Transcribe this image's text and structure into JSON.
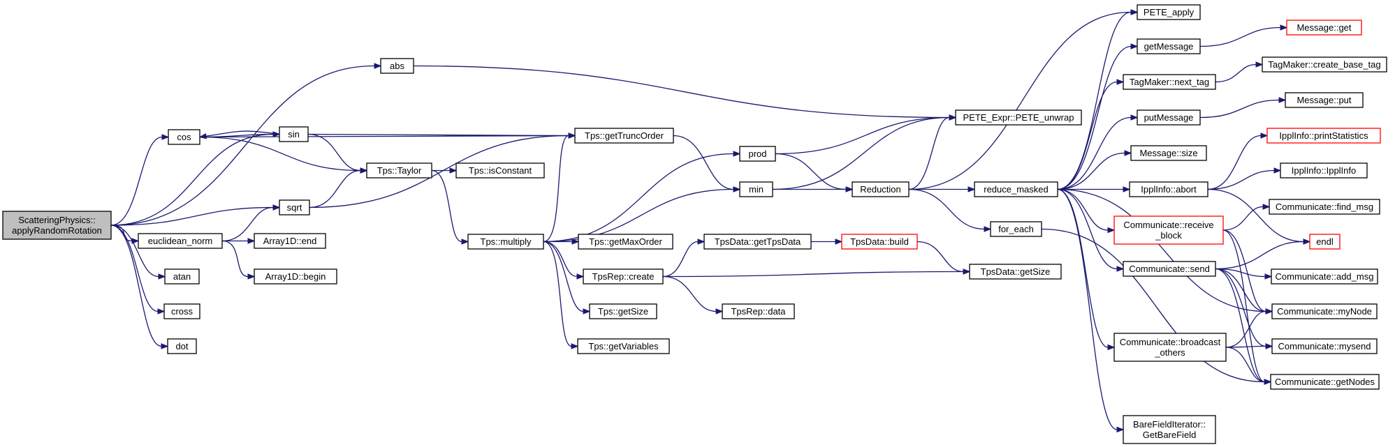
{
  "colors": {
    "edge": "#191970",
    "node_border": "#000000",
    "node_border_truncated": "#ff0000",
    "root_fill": "#bfbfbf",
    "node_fill": "#ffffff"
  },
  "graph": {
    "nodes": [
      {
        "id": "root",
        "lines": [
          "ScatteringPhysics::",
          "applyRandomRotation"
        ],
        "root": true
      },
      {
        "id": "abs",
        "lines": [
          "abs"
        ]
      },
      {
        "id": "cos",
        "lines": [
          "cos"
        ]
      },
      {
        "id": "sin",
        "lines": [
          "sin"
        ]
      },
      {
        "id": "sqrt",
        "lines": [
          "sqrt"
        ]
      },
      {
        "id": "euclidean_norm",
        "lines": [
          "euclidean_norm"
        ]
      },
      {
        "id": "atan",
        "lines": [
          "atan"
        ]
      },
      {
        "id": "cross",
        "lines": [
          "cross"
        ]
      },
      {
        "id": "dot",
        "lines": [
          "dot"
        ]
      },
      {
        "id": "tps_taylor",
        "lines": [
          "Tps::Taylor"
        ]
      },
      {
        "id": "array1d_end",
        "lines": [
          "Array1D::end"
        ]
      },
      {
        "id": "array1d_begin",
        "lines": [
          "Array1D::begin"
        ]
      },
      {
        "id": "tps_isconstant",
        "lines": [
          "Tps::isConstant"
        ]
      },
      {
        "id": "tps_multiply",
        "lines": [
          "Tps::multiply"
        ]
      },
      {
        "id": "tps_gettruncorder",
        "lines": [
          "Tps::getTruncOrder"
        ]
      },
      {
        "id": "tps_getmaxorder",
        "lines": [
          "Tps::getMaxOrder"
        ]
      },
      {
        "id": "tpsrep_create",
        "lines": [
          "TpsRep::create"
        ]
      },
      {
        "id": "tps_getsize",
        "lines": [
          "Tps::getSize"
        ]
      },
      {
        "id": "tps_getvariables",
        "lines": [
          "Tps::getVariables"
        ]
      },
      {
        "id": "prod",
        "lines": [
          "prod"
        ]
      },
      {
        "id": "min",
        "lines": [
          "min"
        ]
      },
      {
        "id": "tpsdata_gettpsdata",
        "lines": [
          "TpsData::getTpsData"
        ]
      },
      {
        "id": "tpsrep_data",
        "lines": [
          "TpsRep::data"
        ]
      },
      {
        "id": "tpsdata_build",
        "lines": [
          "TpsData::build"
        ],
        "truncated": true
      },
      {
        "id": "pete_unwrap",
        "lines": [
          "PETE_Expr::PETE_unwrap"
        ]
      },
      {
        "id": "reduction",
        "lines": [
          "Reduction"
        ]
      },
      {
        "id": "tpsdata_getsize",
        "lines": [
          "TpsData::getSize"
        ]
      },
      {
        "id": "reduce_masked",
        "lines": [
          "reduce_masked"
        ]
      },
      {
        "id": "for_each",
        "lines": [
          "for_each"
        ]
      },
      {
        "id": "pete_apply",
        "lines": [
          "PETE_apply"
        ]
      },
      {
        "id": "getmessage",
        "lines": [
          "getMessage"
        ]
      },
      {
        "id": "tagmaker_next_tag",
        "lines": [
          "TagMaker::next_tag"
        ]
      },
      {
        "id": "putmessage",
        "lines": [
          "putMessage"
        ]
      },
      {
        "id": "message_size",
        "lines": [
          "Message::size"
        ]
      },
      {
        "id": "ipplinfo_abort",
        "lines": [
          "IpplInfo::abort"
        ]
      },
      {
        "id": "comm_receive_block",
        "lines": [
          "Communicate::receive",
          "_block"
        ],
        "truncated": true
      },
      {
        "id": "comm_send",
        "lines": [
          "Communicate::send"
        ]
      },
      {
        "id": "comm_broadcast_others",
        "lines": [
          "Communicate::broadcast",
          "_others"
        ]
      },
      {
        "id": "barefielditerator_getbarefield",
        "lines": [
          "BareFieldIterator::",
          "GetBareField"
        ]
      },
      {
        "id": "message_get",
        "lines": [
          "Message::get"
        ],
        "truncated": true
      },
      {
        "id": "tagmaker_create_base_tag",
        "lines": [
          "TagMaker::create_base_tag"
        ]
      },
      {
        "id": "message_put",
        "lines": [
          "Message::put"
        ]
      },
      {
        "id": "ipplinfo_printstatistics",
        "lines": [
          "IpplInfo::printStatistics"
        ],
        "truncated": true
      },
      {
        "id": "ipplinfo_ipplinfo",
        "lines": [
          "IpplInfo::IpplInfo"
        ]
      },
      {
        "id": "comm_find_msg",
        "lines": [
          "Communicate::find_msg"
        ]
      },
      {
        "id": "endl",
        "lines": [
          "endl"
        ],
        "truncated": true
      },
      {
        "id": "comm_add_msg",
        "lines": [
          "Communicate::add_msg"
        ]
      },
      {
        "id": "comm_mynode",
        "lines": [
          "Communicate::myNode"
        ]
      },
      {
        "id": "comm_mysend",
        "lines": [
          "Communicate::mysend"
        ]
      },
      {
        "id": "comm_getnodes",
        "lines": [
          "Communicate::getNodes"
        ]
      }
    ],
    "edges": [
      {
        "from": "root",
        "to": "abs"
      },
      {
        "from": "root",
        "to": "cos"
      },
      {
        "from": "root",
        "to": "sin"
      },
      {
        "from": "root",
        "to": "sqrt"
      },
      {
        "from": "root",
        "to": "euclidean_norm"
      },
      {
        "from": "root",
        "to": "atan"
      },
      {
        "from": "root",
        "to": "cross"
      },
      {
        "from": "root",
        "to": "dot"
      },
      {
        "from": "abs",
        "to": "pete_unwrap"
      },
      {
        "from": "cos",
        "to": "sin"
      },
      {
        "from": "cos",
        "to": "tps_taylor"
      },
      {
        "from": "cos",
        "to": "tps_gettruncorder"
      },
      {
        "from": "sin",
        "to": "cos"
      },
      {
        "from": "sin",
        "to": "tps_taylor"
      },
      {
        "from": "sin",
        "to": "tps_gettruncorder"
      },
      {
        "from": "sqrt",
        "to": "tps_taylor"
      },
      {
        "from": "sqrt",
        "to": "tps_gettruncorder"
      },
      {
        "from": "euclidean_norm",
        "to": "sqrt"
      },
      {
        "from": "euclidean_norm",
        "to": "array1d_end"
      },
      {
        "from": "euclidean_norm",
        "to": "array1d_begin"
      },
      {
        "from": "tps_taylor",
        "to": "tps_isconstant"
      },
      {
        "from": "tps_taylor",
        "to": "tps_multiply"
      },
      {
        "from": "tps_multiply",
        "to": "tps_gettruncorder"
      },
      {
        "from": "tps_multiply",
        "to": "prod"
      },
      {
        "from": "tps_multiply",
        "to": "min"
      },
      {
        "from": "tps_multiply",
        "to": "tps_getmaxorder"
      },
      {
        "from": "tps_multiply",
        "to": "tpsrep_create"
      },
      {
        "from": "tps_multiply",
        "to": "tps_getsize"
      },
      {
        "from": "tps_multiply",
        "to": "tps_getvariables"
      },
      {
        "from": "tps_gettruncorder",
        "to": "min"
      },
      {
        "from": "prod",
        "to": "pete_unwrap"
      },
      {
        "from": "prod",
        "to": "reduction"
      },
      {
        "from": "min",
        "to": "pete_unwrap"
      },
      {
        "from": "min",
        "to": "reduction"
      },
      {
        "from": "tpsrep_create",
        "to": "tpsdata_gettpsdata"
      },
      {
        "from": "tpsrep_create",
        "to": "tpsrep_data"
      },
      {
        "from": "tpsrep_create",
        "to": "tpsdata_getsize"
      },
      {
        "from": "tpsdata_gettpsdata",
        "to": "tpsdata_build"
      },
      {
        "from": "tpsdata_build",
        "to": "tpsdata_getsize"
      },
      {
        "from": "reduction",
        "to": "pete_unwrap"
      },
      {
        "from": "reduction",
        "to": "pete_apply"
      },
      {
        "from": "reduction",
        "to": "reduce_masked"
      },
      {
        "from": "reduction",
        "to": "for_each"
      },
      {
        "from": "for_each",
        "to": "comm_getnodes"
      },
      {
        "from": "reduce_masked",
        "to": "pete_apply"
      },
      {
        "from": "reduce_masked",
        "to": "getmessage"
      },
      {
        "from": "reduce_masked",
        "to": "tagmaker_next_tag"
      },
      {
        "from": "reduce_masked",
        "to": "putmessage"
      },
      {
        "from": "reduce_masked",
        "to": "message_size"
      },
      {
        "from": "reduce_masked",
        "to": "ipplinfo_abort"
      },
      {
        "from": "reduce_masked",
        "to": "comm_receive_block"
      },
      {
        "from": "reduce_masked",
        "to": "comm_send"
      },
      {
        "from": "reduce_masked",
        "to": "comm_broadcast_others"
      },
      {
        "from": "reduce_masked",
        "to": "barefielditerator_getbarefield"
      },
      {
        "from": "reduce_masked",
        "to": "comm_mynode"
      },
      {
        "from": "getmessage",
        "to": "message_get"
      },
      {
        "from": "tagmaker_next_tag",
        "to": "tagmaker_create_base_tag"
      },
      {
        "from": "putmessage",
        "to": "message_put"
      },
      {
        "from": "ipplinfo_abort",
        "to": "ipplinfo_printstatistics"
      },
      {
        "from": "ipplinfo_abort",
        "to": "ipplinfo_ipplinfo"
      },
      {
        "from": "ipplinfo_abort",
        "to": "endl"
      },
      {
        "from": "comm_receive_block",
        "to": "comm_find_msg"
      },
      {
        "from": "comm_receive_block",
        "to": "comm_mynode"
      },
      {
        "from": "comm_receive_block",
        "to": "comm_getnodes"
      },
      {
        "from": "comm_send",
        "to": "endl"
      },
      {
        "from": "comm_send",
        "to": "comm_add_msg"
      },
      {
        "from": "comm_send",
        "to": "comm_mynode"
      },
      {
        "from": "comm_send",
        "to": "comm_mysend"
      },
      {
        "from": "comm_send",
        "to": "comm_getnodes"
      },
      {
        "from": "comm_broadcast_others",
        "to": "comm_mynode"
      },
      {
        "from": "comm_broadcast_others",
        "to": "comm_mysend"
      },
      {
        "from": "comm_broadcast_others",
        "to": "comm_getnodes"
      }
    ]
  }
}
